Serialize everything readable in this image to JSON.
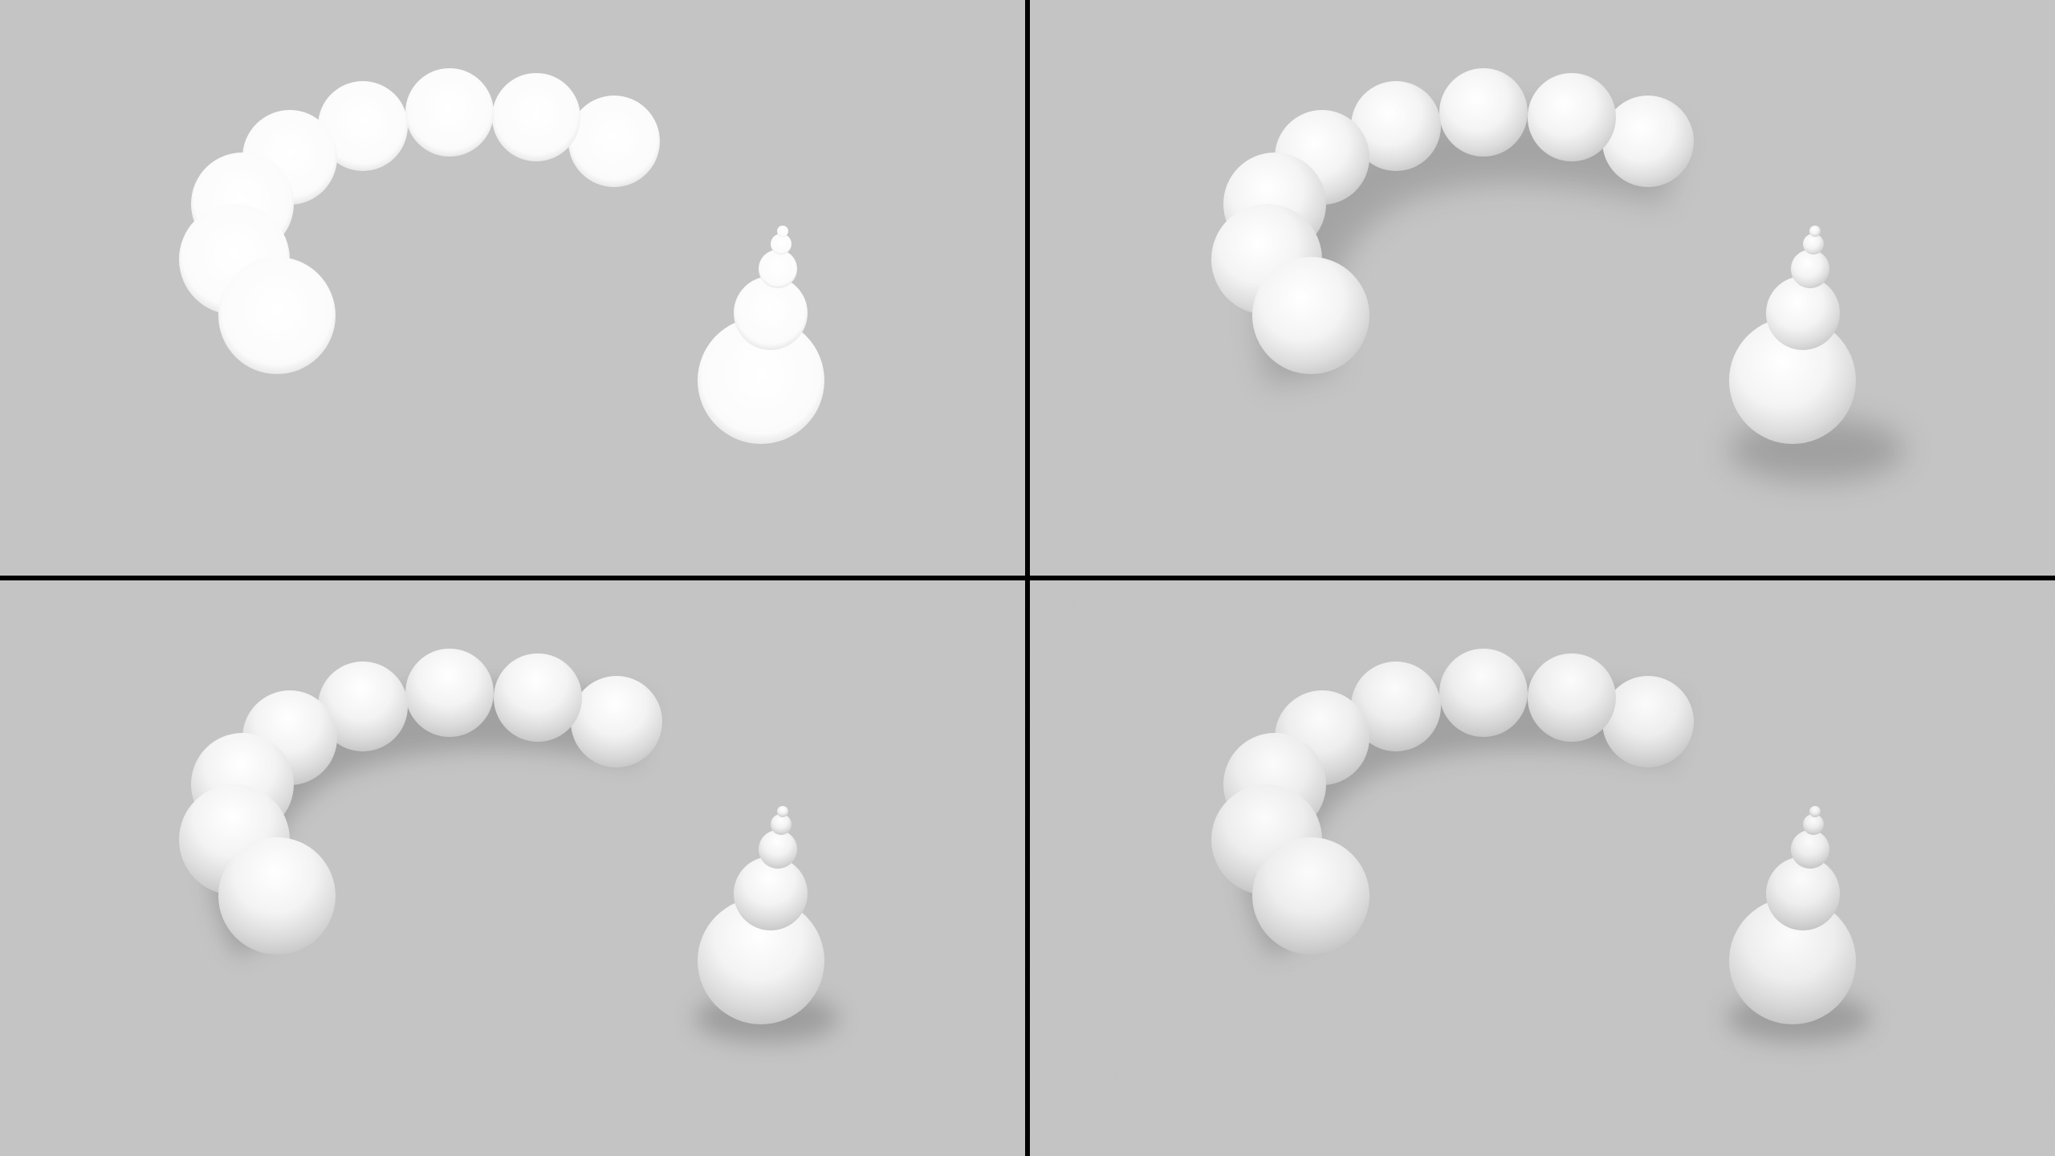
{
  "image": {
    "description_free": true,
    "background_color": "#c4c4c4",
    "divider_color": "#000000",
    "sphere_color": "#ffffff",
    "panels": [
      {
        "id": "top-left",
        "shading": "flat",
        "shadow": "none"
      },
      {
        "id": "top-right",
        "shading": "soft",
        "shadow": "soft"
      },
      {
        "id": "bottom-left",
        "shading": "occlusion",
        "shadow": "contact"
      },
      {
        "id": "bottom-right",
        "shading": "occlusion-noisy",
        "shadow": "contact"
      }
    ]
  }
}
